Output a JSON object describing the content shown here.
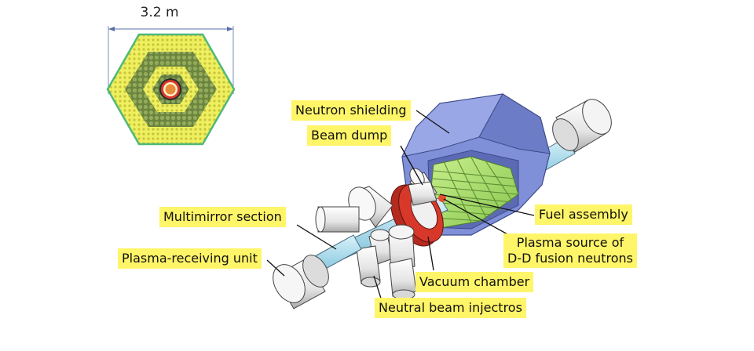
{
  "dimension_label": "3.2 m",
  "labels": {
    "neutron_shielding": "Neutron shielding",
    "beam_dump": "Beam dump",
    "multimirror_section": "Multimirror section",
    "plasma_receiving_unit": "Plasma-receiving unit",
    "fuel_assembly": "Fuel assembly",
    "plasma_source_line1": "Plasma source of",
    "plasma_source_line2": "D-D fusion neutrons",
    "vacuum_chamber": "Vacuum chamber",
    "neutral_beam_injectors": "Neutral beam injectros"
  },
  "colors": {
    "label_bg": "#fff568",
    "shielding": "#7f8fd8",
    "fuel_rods": "#a9dd6c",
    "vacuum_chamber_ring": "#d8382a",
    "plasma_tube": "#a8dcee",
    "hex_fill": "#eef060",
    "hex_cells": "#6f8a4a",
    "core": "#e88a3a"
  }
}
